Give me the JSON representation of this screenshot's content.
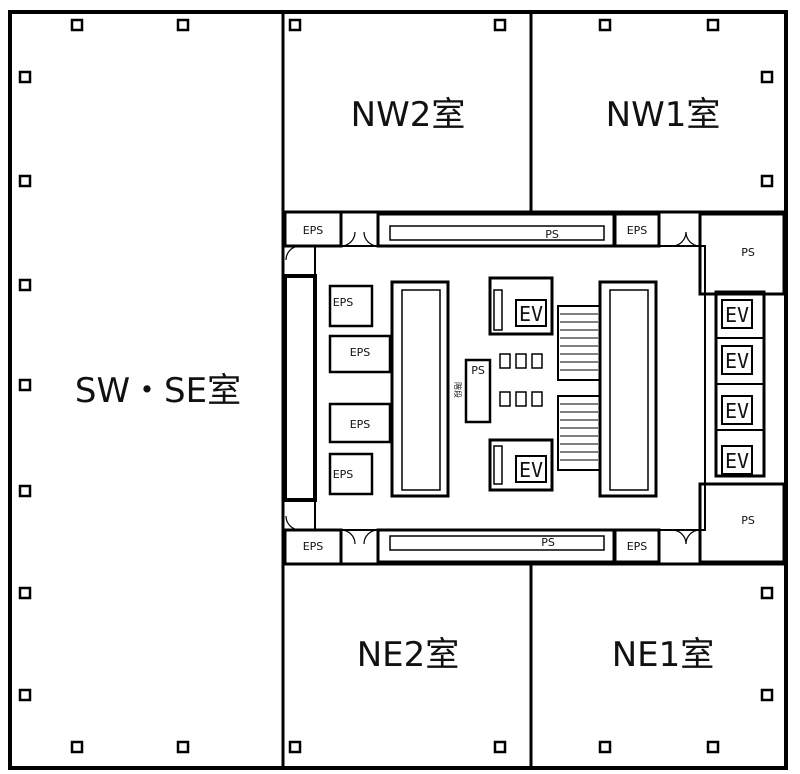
{
  "rooms": {
    "sw_se": "SW・SE室",
    "nw2": "NW2室",
    "nw1": "NW1室",
    "ne2": "NE2室",
    "ne1": "NE1室"
  },
  "labels": {
    "eps": "EPS",
    "ps": "PS",
    "ev": "EV",
    "stair": "階段"
  }
}
